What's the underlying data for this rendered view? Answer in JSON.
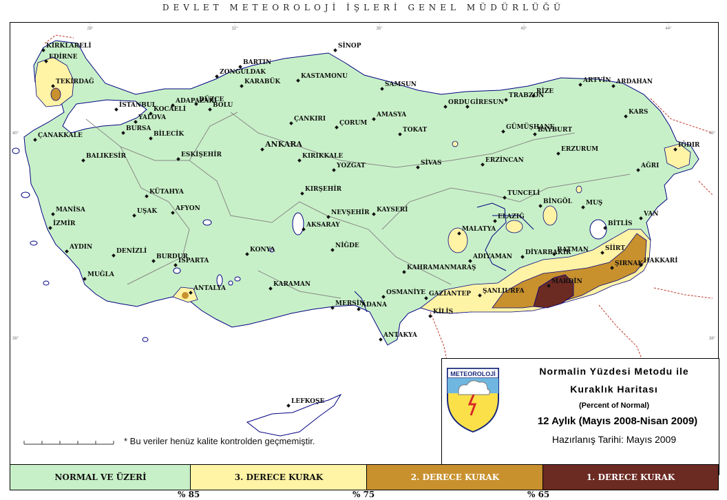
{
  "header": {
    "agency": "DEVLET METEOROLOJİ İŞLERİ GENEL MÜDÜRLÜĞÜ"
  },
  "colors": {
    "normal": "#c8f0c8",
    "drought_3": "#fff3a6",
    "drought_2": "#c8912e",
    "drought_1": "#6b2a22",
    "sea": "#ffffff",
    "border": "#000000",
    "river": "#000080",
    "province_line": "#888888"
  },
  "map": {
    "lon_ticks": [
      "28°",
      "32°",
      "36°",
      "40°",
      "44°"
    ],
    "lat_ticks": [
      "40°",
      "38°"
    ],
    "cities": [
      {
        "name": "KIRKLARELİ"
      },
      {
        "name": "EDİRNE"
      },
      {
        "name": "TEKİRDAĞ"
      },
      {
        "name": "İSTANBUL"
      },
      {
        "name": "ÇANAKKALE"
      },
      {
        "name": "BALIKESİR"
      },
      {
        "name": "BURSA"
      },
      {
        "name": "YALOVA"
      },
      {
        "name": "KOCAELİ"
      },
      {
        "name": "ADAPAZARI"
      },
      {
        "name": "DÜZCE"
      },
      {
        "name": "BOLU"
      },
      {
        "name": "BİLECİK"
      },
      {
        "name": "ESKİŞEHİR"
      },
      {
        "name": "KÜTAHYA"
      },
      {
        "name": "MANİSA"
      },
      {
        "name": "İZMİR"
      },
      {
        "name": "AYDIN"
      },
      {
        "name": "MUĞLA"
      },
      {
        "name": "DENİZLİ"
      },
      {
        "name": "UŞAK"
      },
      {
        "name": "AFYON"
      },
      {
        "name": "BURDUR"
      },
      {
        "name": "ISPARTA"
      },
      {
        "name": "ANTALYA"
      },
      {
        "name": "BARTIN"
      },
      {
        "name": "ZONGULDAK"
      },
      {
        "name": "KARABÜK"
      },
      {
        "name": "KASTAMONU"
      },
      {
        "name": "SİNOP"
      },
      {
        "name": "SAMSUN"
      },
      {
        "name": "ÇANKIRI"
      },
      {
        "name": "ÇORUM"
      },
      {
        "name": "AMASYA"
      },
      {
        "name": "TOKAT"
      },
      {
        "name": "ANKARA"
      },
      {
        "name": "KIRIKKALE"
      },
      {
        "name": "YOZGAT"
      },
      {
        "name": "SİVAS"
      },
      {
        "name": "KIRŞEHİR"
      },
      {
        "name": "NEVŞEHİR"
      },
      {
        "name": "KAYSERİ"
      },
      {
        "name": "AKSARAY"
      },
      {
        "name": "NİĞDE"
      },
      {
        "name": "KONYA"
      },
      {
        "name": "KARAMAN"
      },
      {
        "name": "MERSİN"
      },
      {
        "name": "ADANA"
      },
      {
        "name": "OSMANİYE"
      },
      {
        "name": "KAHRAMANMARAŞ"
      },
      {
        "name": "GAZİANTEP"
      },
      {
        "name": "KİLİS"
      },
      {
        "name": "ANTAKYA"
      },
      {
        "name": "ŞANLIURFA"
      },
      {
        "name": "ADIYAMAN"
      },
      {
        "name": "MALATYA"
      },
      {
        "name": "ELAZIĞ"
      },
      {
        "name": "TUNCELİ"
      },
      {
        "name": "BİNGÖL"
      },
      {
        "name": "MUŞ"
      },
      {
        "name": "DİYARBAKIR"
      },
      {
        "name": "BATMAN"
      },
      {
        "name": "SİİRT"
      },
      {
        "name": "MARDİN"
      },
      {
        "name": "ŞIRNAK"
      },
      {
        "name": "HAKKARİ"
      },
      {
        "name": "BİTLİS"
      },
      {
        "name": "VAN"
      },
      {
        "name": "ERZİNCAN"
      },
      {
        "name": "ERZURUM"
      },
      {
        "name": "BAYBURT"
      },
      {
        "name": "GÜMÜŞHANE"
      },
      {
        "name": "GİRESUN"
      },
      {
        "name": "ORDU"
      },
      {
        "name": "TRABZON"
      },
      {
        "name": "RİZE"
      },
      {
        "name": "ARTVİN"
      },
      {
        "name": "ARDAHAN"
      },
      {
        "name": "KARS"
      },
      {
        "name": "AĞRI"
      },
      {
        "name": "IĞDIR"
      },
      {
        "name": "LEFKOŞE"
      }
    ]
  },
  "note": "* Bu veriler henüz kalite kontrolden geçmemiştir.",
  "legend": {
    "title_line1": "Normalin Yüzdesi Metodu ile",
    "title_line2": "Kuraklık Haritası",
    "subtitle": "(Percent of Normal)",
    "period": "12 Aylık (Mayıs 2008-Nisan 2009)",
    "prepared": "Hazırlanış Tarihi: Mayıs 2009",
    "logo_text": "METEOROLOJİ"
  },
  "scale": {
    "categories": [
      {
        "label": "NORMAL VE ÜZERİ",
        "color": "#c8f0c8",
        "text_color": "#111111"
      },
      {
        "label": "3. DERECE KURAK",
        "color": "#fff3a6",
        "text_color": "#111111"
      },
      {
        "label": "2. DERECE KURAK",
        "color": "#c8912e",
        "text_color": "#ffffff"
      },
      {
        "label": "1. DERECE KURAK",
        "color": "#6b2a22",
        "text_color": "#ffffff"
      }
    ],
    "thresholds": [
      "% 85",
      "% 75",
      "% 65"
    ]
  }
}
